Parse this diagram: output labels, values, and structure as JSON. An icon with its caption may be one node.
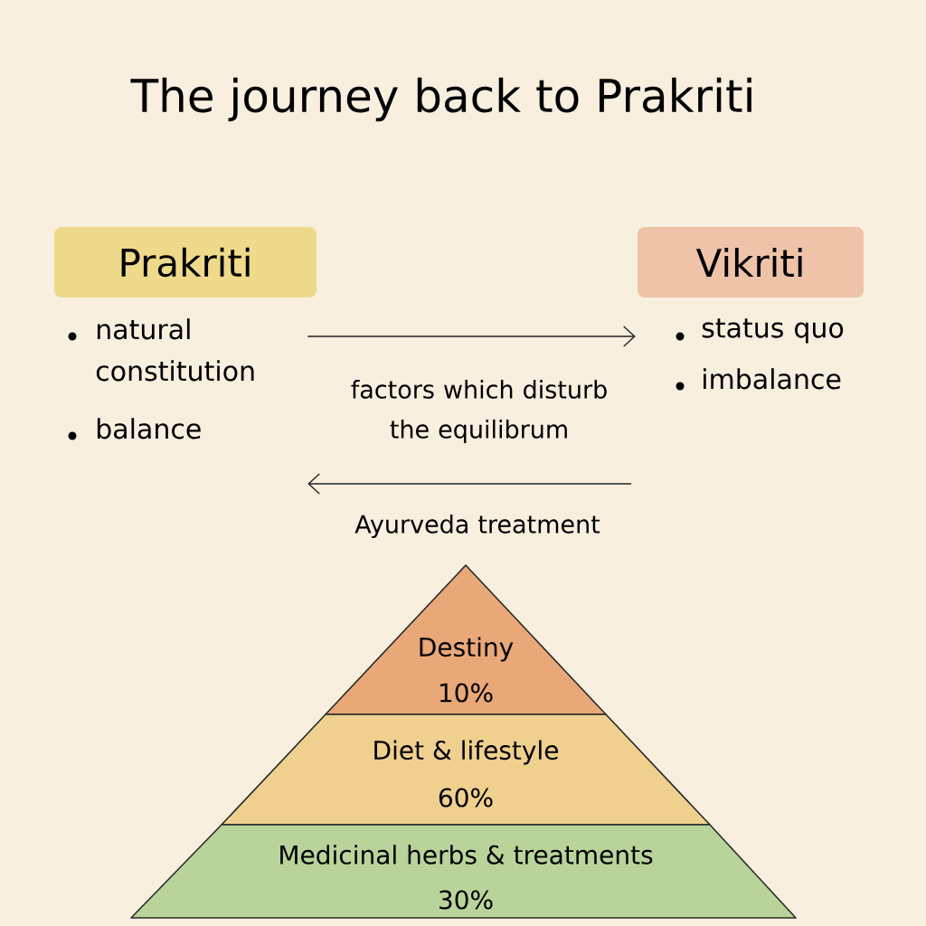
{
  "diagram": {
    "title": "The journey back to Prakriti",
    "nodes": [
      {
        "text": [
          "Prakriti",
          "natural constitution",
          "balance"
        ]
      },
      {
        "text": [
          "Vikriti",
          "status quo",
          "imbalance"
        ]
      },
      {
        "text": [
          "Destiny",
          "10%"
        ]
      },
      {
        "text": [
          "Diet & lifestyle",
          "60%"
        ]
      },
      {
        "text": [
          "Medicinal herbs & treatments",
          "30%"
        ]
      }
    ],
    "edges": [
      {
        "from": 0,
        "to": 1,
        "arrow": "to",
        "label": "factors which disturb the equilibrum"
      },
      {
        "from": null,
        "to": 0,
        "arrow": "to",
        "label": "Ayurveda treatment"
      }
    ]
  }
}
